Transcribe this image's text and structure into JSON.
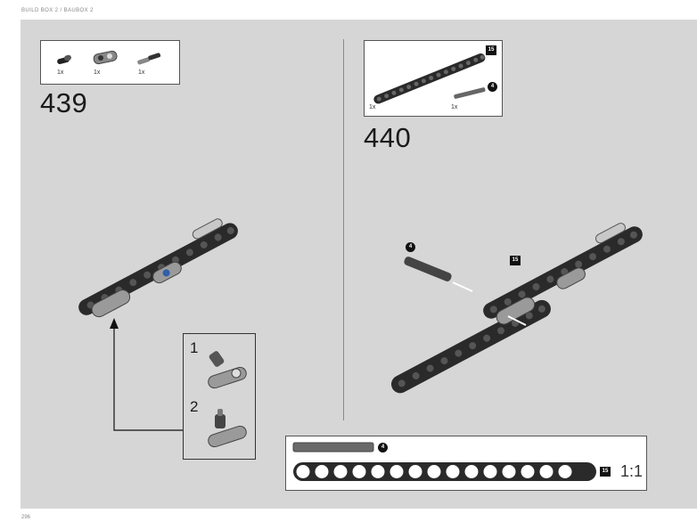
{
  "header": {
    "text": "BUILD BOX 2 / BAUBOX 2"
  },
  "page_number": "296",
  "step439": {
    "number": "439",
    "parts": [
      {
        "qty": "1x"
      },
      {
        "qty": "1x"
      },
      {
        "qty": "1x"
      }
    ],
    "substeps": [
      {
        "number": "1"
      },
      {
        "number": "2"
      }
    ]
  },
  "step440": {
    "number": "440",
    "parts": [
      {
        "qty": "1x",
        "length": "15"
      },
      {
        "qty": "1x",
        "length": "4"
      }
    ],
    "callouts": {
      "axle_length": "4",
      "beam_length": "15"
    }
  },
  "reference": {
    "axle_length": "4",
    "beam_length": "15",
    "scale": "1:1"
  }
}
